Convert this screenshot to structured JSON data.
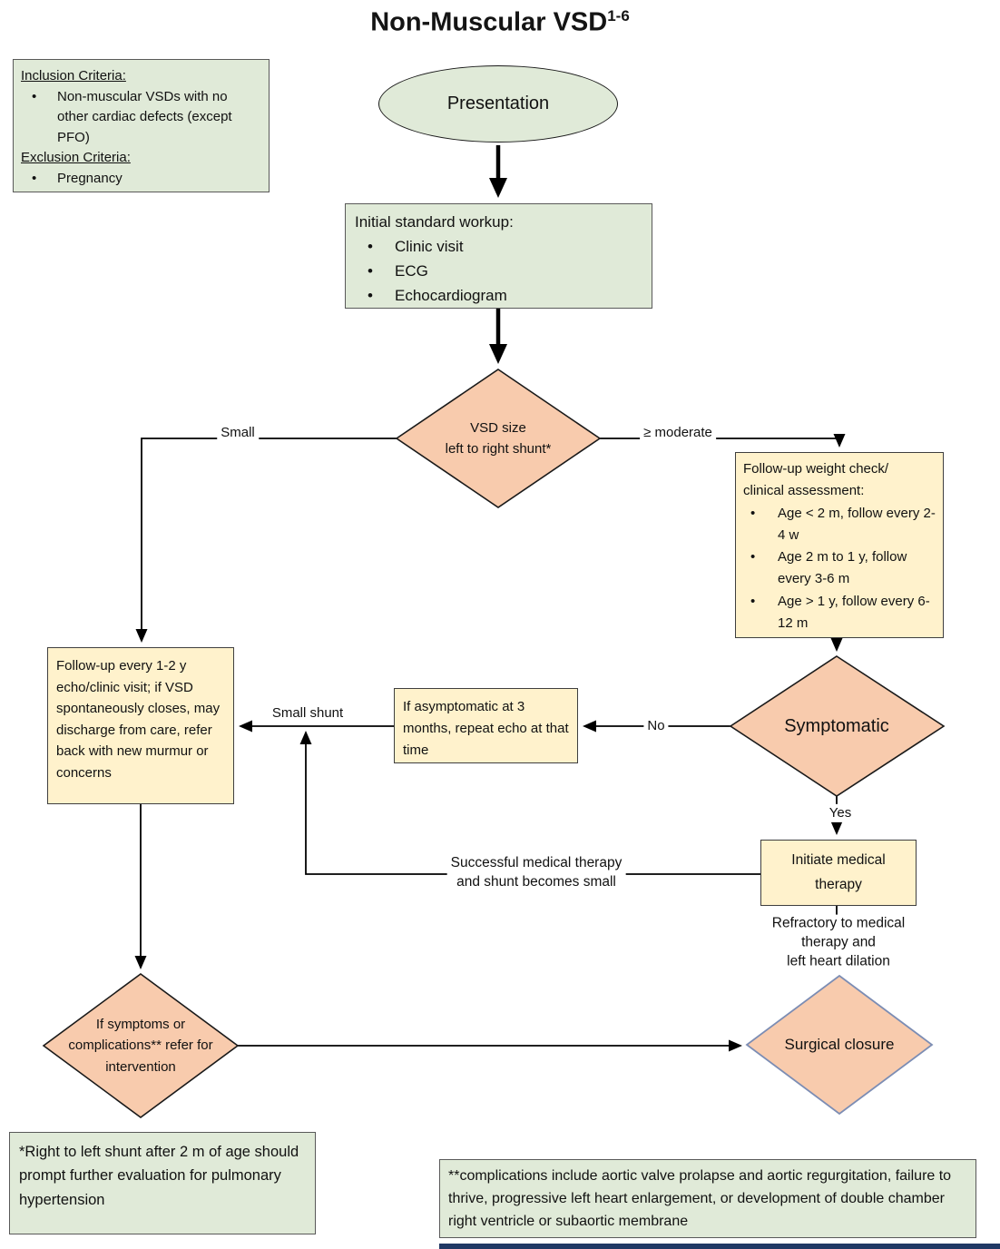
{
  "title": {
    "text": "Non-Muscular VSD",
    "superscript": "1-6"
  },
  "criteria_box": {
    "inclusion_heading": "Inclusion Criteria:",
    "inclusion_items": [
      "Non-muscular VSDs with no other cardiac defects (except PFO)"
    ],
    "exclusion_heading": "Exclusion Criteria:",
    "exclusion_items": [
      "Pregnancy"
    ]
  },
  "nodes": {
    "presentation": {
      "label": "Presentation"
    },
    "workup": {
      "heading": "Initial standard workup:",
      "items": [
        "Clinic visit",
        "ECG",
        "Echocardiogram"
      ]
    },
    "vsd_size": {
      "label": "VSD size\nleft to right shunt*"
    },
    "weight_check": {
      "heading": "Follow-up weight check/\nclinical assessment:",
      "items": [
        "Age < 2 m, follow every 2-4 w",
        "Age 2 m to 1 y, follow every 3-6 m",
        "Age > 1 y, follow every 6-12 m"
      ]
    },
    "followup_small": {
      "text": "Follow-up every 1-2 y echo/clinic visit; if VSD spontaneously closes, may discharge from care, refer back with new murmur or concerns"
    },
    "asymptomatic": {
      "text": "If asymptomatic at 3 months, repeat echo at that time"
    },
    "symptomatic": {
      "label": "Symptomatic"
    },
    "initiate": {
      "text": "Initiate medical\ntherapy"
    },
    "if_symptoms": {
      "text": "If symptoms or complications** refer for intervention"
    },
    "surgical": {
      "label": "Surgical closure"
    }
  },
  "edge_labels": {
    "small": "Small",
    "moderate": "≥ moderate",
    "no": "No",
    "yes": "Yes",
    "small_shunt": "Small shunt",
    "successful": "Successful medical therapy\nand shunt becomes small",
    "refractory": "Refractory to medical therapy and\nleft heart dilation"
  },
  "notes": {
    "right_to_left": "*Right to left shunt after 2 m of age should prompt further evaluation for pulmonary hypertension",
    "complications": "**complications include aortic valve prolapse and aortic regurgitation, failure to thrive, progressive left heart enlargement, or development of double chamber right ventricle or subaortic membrane"
  },
  "colors": {
    "green_fill": "#e0ead8",
    "yellow_fill": "#fff2cc",
    "orange_fill": "#f8cbad",
    "surgical_border": "#7c8db4",
    "arrow": "#000000",
    "navy_strip": "#203864"
  }
}
